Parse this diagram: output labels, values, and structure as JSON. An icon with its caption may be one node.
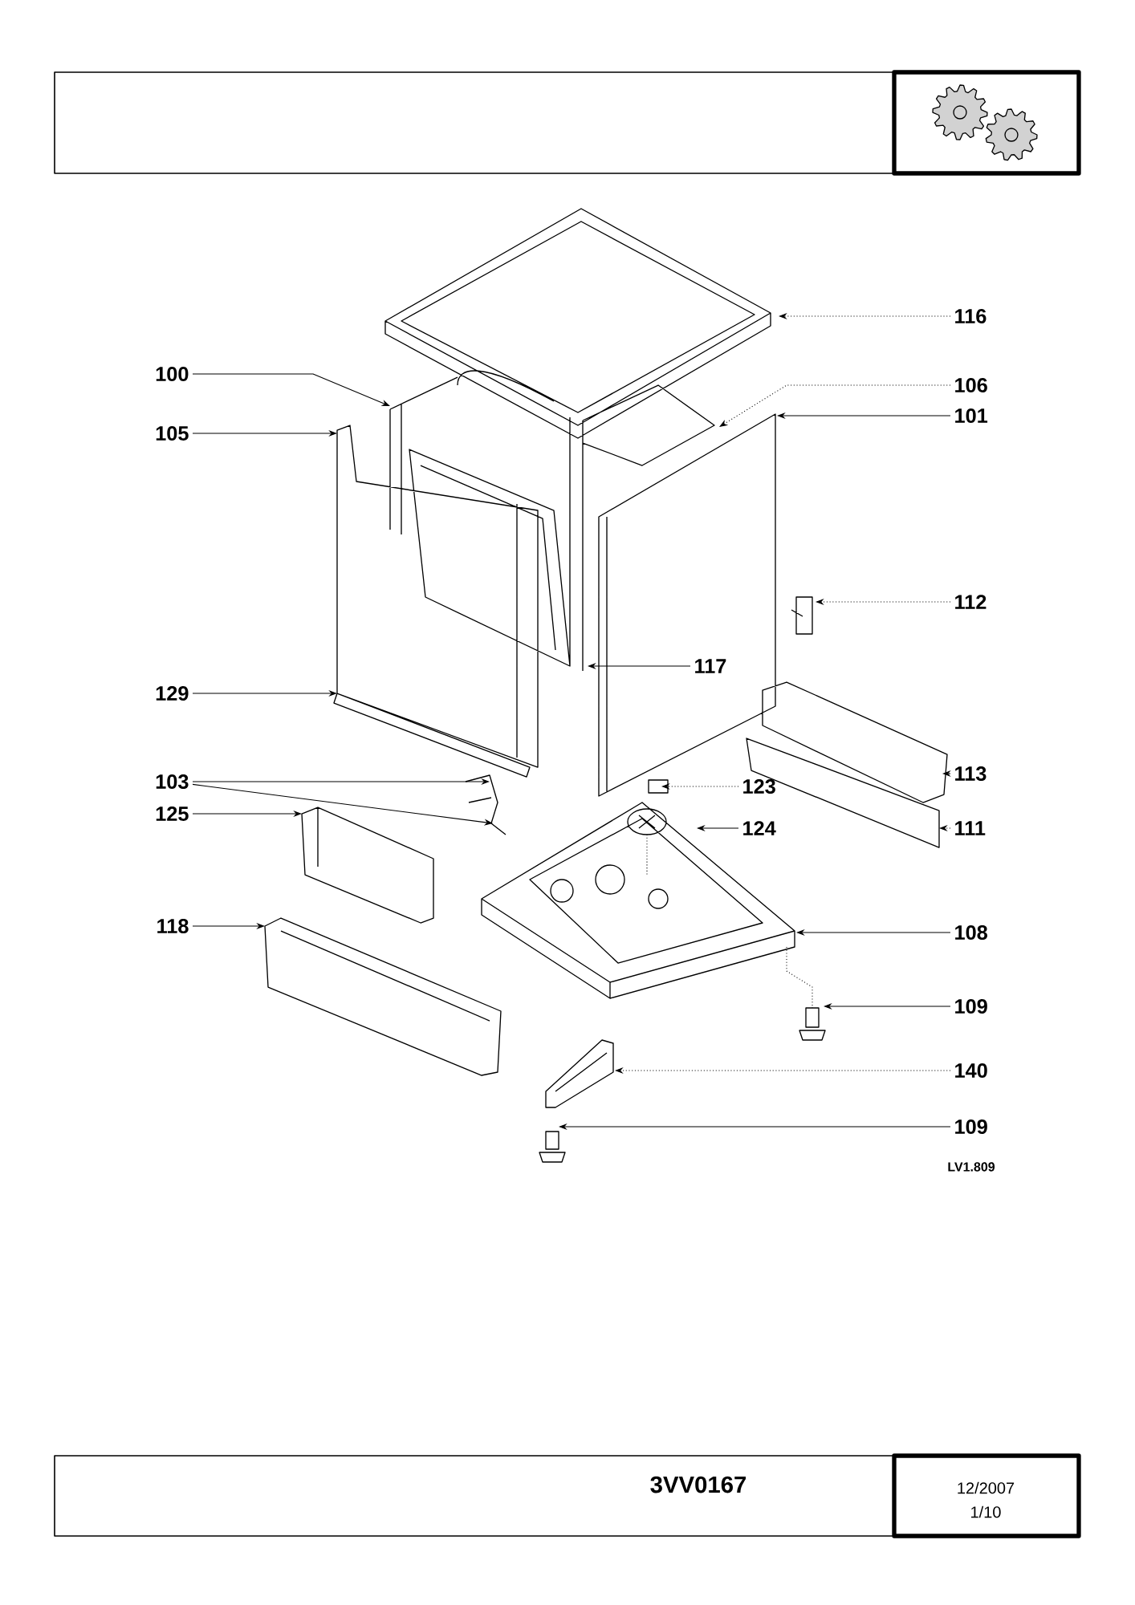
{
  "diagram": {
    "nodes": [
      {
        "text": [
          "100"
        ]
      },
      {
        "text": [
          "105"
        ]
      },
      {
        "text": [
          "129"
        ]
      },
      {
        "text": [
          "103"
        ]
      },
      {
        "text": [
          "125"
        ]
      },
      {
        "text": [
          "118"
        ]
      },
      {
        "text": [
          "116"
        ]
      },
      {
        "text": [
          "106"
        ]
      },
      {
        "text": [
          "101"
        ]
      },
      {
        "text": [
          "112"
        ]
      },
      {
        "text": [
          "117"
        ]
      },
      {
        "text": [
          "113"
        ]
      },
      {
        "text": [
          "123"
        ]
      },
      {
        "text": [
          "124"
        ]
      },
      {
        "text": [
          "111"
        ]
      },
      {
        "text": [
          "108"
        ]
      },
      {
        "text": [
          "109"
        ]
      },
      {
        "text": [
          "140"
        ]
      },
      {
        "text": [
          "109"
        ]
      }
    ],
    "edges": [
      {
        "from": 0,
        "to": null,
        "arrow": "to"
      },
      {
        "from": 1,
        "to": null,
        "arrow": "to"
      },
      {
        "from": 2,
        "to": null,
        "arrow": "to"
      },
      {
        "from": 3,
        "to": null,
        "arrow": "to"
      },
      {
        "from": 3,
        "to": null,
        "arrow": "to"
      },
      {
        "from": 4,
        "to": null,
        "arrow": "to"
      },
      {
        "from": 5,
        "to": null,
        "arrow": "to"
      },
      {
        "from": 6,
        "to": null,
        "arrow": "to",
        "style": "dashed"
      },
      {
        "from": 7,
        "to": null,
        "arrow": "to",
        "style": "dashed"
      },
      {
        "from": 8,
        "to": null,
        "arrow": "to"
      },
      {
        "from": 9,
        "to": null,
        "arrow": "to",
        "style": "dashed"
      },
      {
        "from": 10,
        "to": null,
        "arrow": "to"
      },
      {
        "from": 11,
        "to": null,
        "arrow": "to"
      },
      {
        "from": 12,
        "to": null,
        "arrow": "to",
        "style": "dashed"
      },
      {
        "from": 13,
        "to": null,
        "arrow": "to"
      },
      {
        "from": 14,
        "to": null,
        "arrow": "to",
        "style": "dashed"
      },
      {
        "from": 15,
        "to": null,
        "arrow": "to"
      },
      {
        "from": 16,
        "to": null,
        "arrow": "to"
      },
      {
        "from": 17,
        "to": null,
        "arrow": "to",
        "style": "dashed"
      },
      {
        "from": 18,
        "to": null,
        "arrow": "to"
      }
    ],
    "labels": [
      "LV1.809",
      "3VV0167",
      "12/2007",
      "1/10"
    ]
  }
}
